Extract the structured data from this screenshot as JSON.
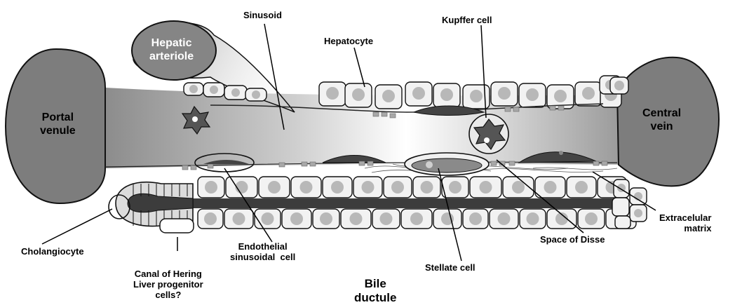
{
  "labels": {
    "sinusoid": "Sinusoid",
    "hepatocyte": "Hepatocyte",
    "kupffer_cell": "Kupffer cell",
    "hepatic_arteriole": "Hepatic\narteriole",
    "portal_venule": "Portal\nvenule",
    "central_vein": "Central\nvein",
    "extracellular_matrix": "Extracelular\nmatrix",
    "cholangiocyte": "Cholangiocyte",
    "endothelial_cell": "Endothelial\nsinusoidal  cell",
    "space_of_disse": "Space of Disse",
    "stellate_cell": "Stellate cell",
    "canal_of_hering": "Canal of Hering\nLiver progenitor\ncells?",
    "bile_ductule": "Bile\nductule"
  },
  "colors": {
    "vessel_gray": "#7d7d7d",
    "arteriole_gray": "#8a8a8a",
    "cell_fill": "#f2f2f2",
    "nucleus": "#b8b8b8",
    "duct_dark": "#3c3c3c",
    "outline": "#111111"
  }
}
